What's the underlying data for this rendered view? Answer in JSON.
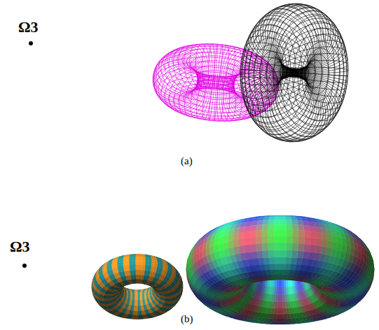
{
  "diagram": {
    "labels": [
      "Ω3",
      "(a)",
      "Ω3",
      "(b)"
    ]
  }
}
